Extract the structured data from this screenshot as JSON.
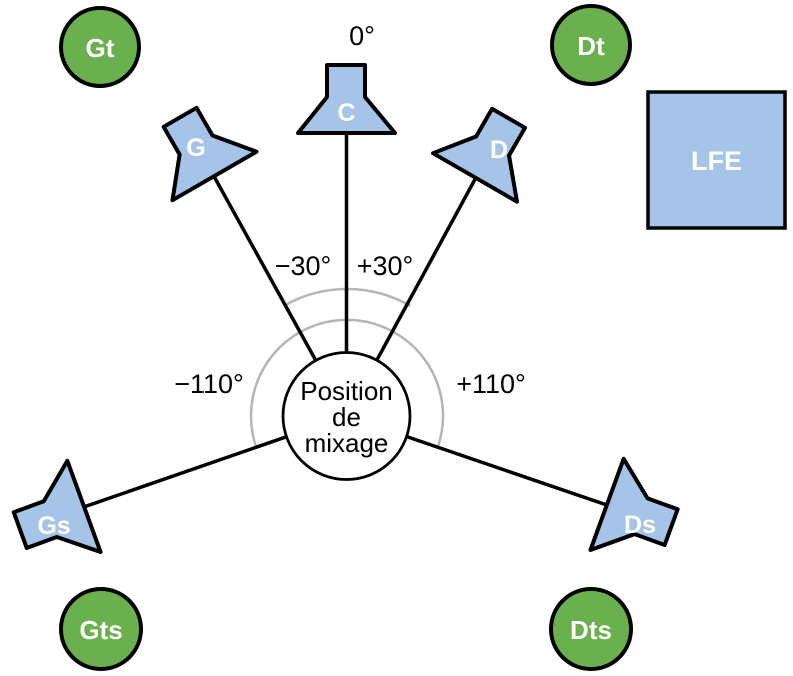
{
  "colors": {
    "background": "#ffffff",
    "speaker_fill": "#a6c3e8",
    "top_speaker_fill": "#6ab04e",
    "outline": "#000000",
    "arc_color": "#b5b5b5",
    "speaker_label": "#ffffff",
    "text": "#000000"
  },
  "listener": {
    "line1": "Position",
    "line2": "de",
    "line3": "mixage"
  },
  "angles": {
    "center": "0°",
    "front_left": "−30°",
    "front_right": "+30°",
    "surround_left": "−110°",
    "surround_right": "+110°"
  },
  "speakers": {
    "center": "C",
    "front_left": "G",
    "front_right": "D",
    "surround_left": "Gs",
    "surround_right": "Ds",
    "lfe": "LFE"
  },
  "top_speakers": {
    "front_left": "Gt",
    "front_right": "Dt",
    "rear_left": "Gts",
    "rear_right": "Dts"
  }
}
